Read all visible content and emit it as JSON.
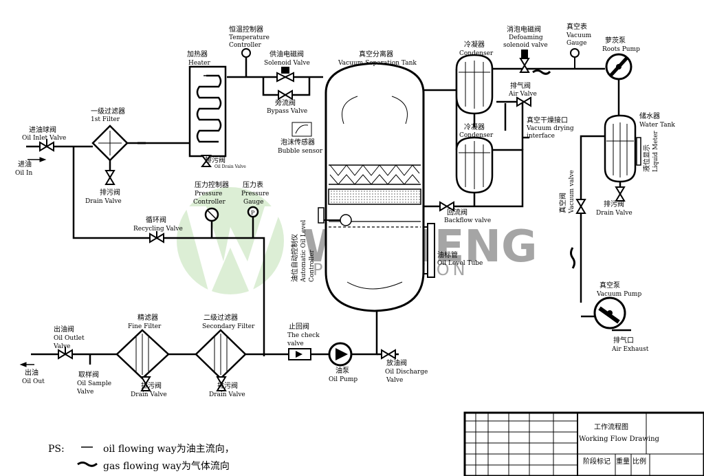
{
  "labels": {
    "oil_in_zh": "进油",
    "oil_in_en": "Oil In",
    "inlet_valve_zh": "进油球阀",
    "inlet_valve_en": "Oil Inlet Valve",
    "filter1_zh": "一级过滤器",
    "filter1_en": "1st Filter",
    "drain_zh": "排污阀",
    "drain_en": "Drain Valve",
    "heater_zh": "加热器",
    "heater_en": "Heater",
    "temp_ctrl_zh": "恒温控制器",
    "temp_ctrl_en1": "Temperature",
    "temp_ctrl_en2": "Controller",
    "heater_drain_zh": "排污阀",
    "heater_drain_en": "Oil Drain Valve",
    "solenoid_zh": "供油电磁阀",
    "solenoid_en": "Solenoid Valve",
    "bypass_zh": "旁流阀",
    "bypass_en": "Bypass Valve",
    "vst_zh": "真空分离器",
    "vst_en": "Vacuum Separation Tank",
    "bubble_zh": "泡沫传感器",
    "bubble_en": "Bubble sensor",
    "condenser1_zh": "冷凝器",
    "condenser1_en": "Condenser",
    "condenser2_zh": "冷凝器",
    "condenser2_en": "Condenser",
    "defoam_zh": "消泡电磁阀",
    "defoam_en1": "Defoaming",
    "defoam_en2": "solenoid valve",
    "vgauge_zh": "真空表",
    "vgauge_en1": "Vacuum",
    "vgauge_en2": "Gauge",
    "roots_zh": "萝茨泵",
    "roots_en": "Roots Pump",
    "air_valve_zh": "排气阀",
    "air_valve_en": "Air Valve",
    "dry_zh": "真空干燥接口",
    "dry_en1": "Vacuum drying",
    "dry_en2": "interface",
    "water_tank_zh": "储水器",
    "water_tank_en": "Water Tank",
    "liquid_meter_zh": "液位显示",
    "liquid_meter_en": "Liquid Meter",
    "wt_drain_zh": "排污阀",
    "wt_drain_en": "Drain Valve",
    "vac_valve_zh": "真空阀",
    "vac_valve_en": "Vacuum valve",
    "vac_pump_zh": "真空泵",
    "vac_pump_en": "Vacuum Pump",
    "exhaust_zh": "排气口",
    "exhaust_en": "Air Exhaust",
    "backflow_zh": "回流阀",
    "backflow_en": "Backflow valve",
    "level_tube_zh": "油标管",
    "level_tube_en": "Oil Level Tube",
    "auto_ctrl_zh": "油位自动控制仪",
    "auto_ctrl_en1": "Automatic Oil Level",
    "auto_ctrl_en2": "Controller",
    "recycle_zh": "循环阀",
    "recycle_en": "Recycling Valve",
    "pctrl_zh": "压力控制器",
    "pctrl_en1": "Pressure",
    "pctrl_en2": "Controller",
    "pgauge_zh": "压力表",
    "pgauge_en1": "Pressure",
    "pgauge_en2": "Gauge",
    "fine_zh": "精滤器",
    "fine_en": "Fine Filter",
    "fine_drain_zh": "排污阀",
    "fine_drain_en": "Drain Valve",
    "sec_zh": "二级过滤器",
    "sec_en": "Secondary Filter",
    "sec_drain_zh": "排污阀",
    "sec_drain_en": "Drain Valve",
    "check_zh": "止回阀",
    "check_en1": "The check",
    "check_en2": "valve",
    "oil_pump_zh": "油泵",
    "oil_pump_en": "Oil Pump",
    "discharge_zh": "放油阀",
    "discharge_en1": "Oil Discharge",
    "discharge_en2": "Valve",
    "outlet_zh": "出油阀",
    "outlet_en1": "Oil Outlet",
    "outlet_en2": "Valve",
    "sample_zh": "取样阀",
    "sample_en1": "Oil Sample",
    "sample_en2": "Valve",
    "oil_out_zh": "出油",
    "oil_out_en": "Oil Out"
  },
  "legend": {
    "ps": "PS:",
    "oil": "oil flowing way为油主流向，",
    "gas": "gas flowing way为气体流向"
  },
  "title_block": {
    "title_zh": "工作流程图",
    "title_en": "Working Flow Drawing",
    "col1": "阶段标记",
    "col2": "重量",
    "col3": "比例"
  },
  "watermark": {
    "text1": "WEINENG",
    "text2": "PURIFICATION"
  }
}
